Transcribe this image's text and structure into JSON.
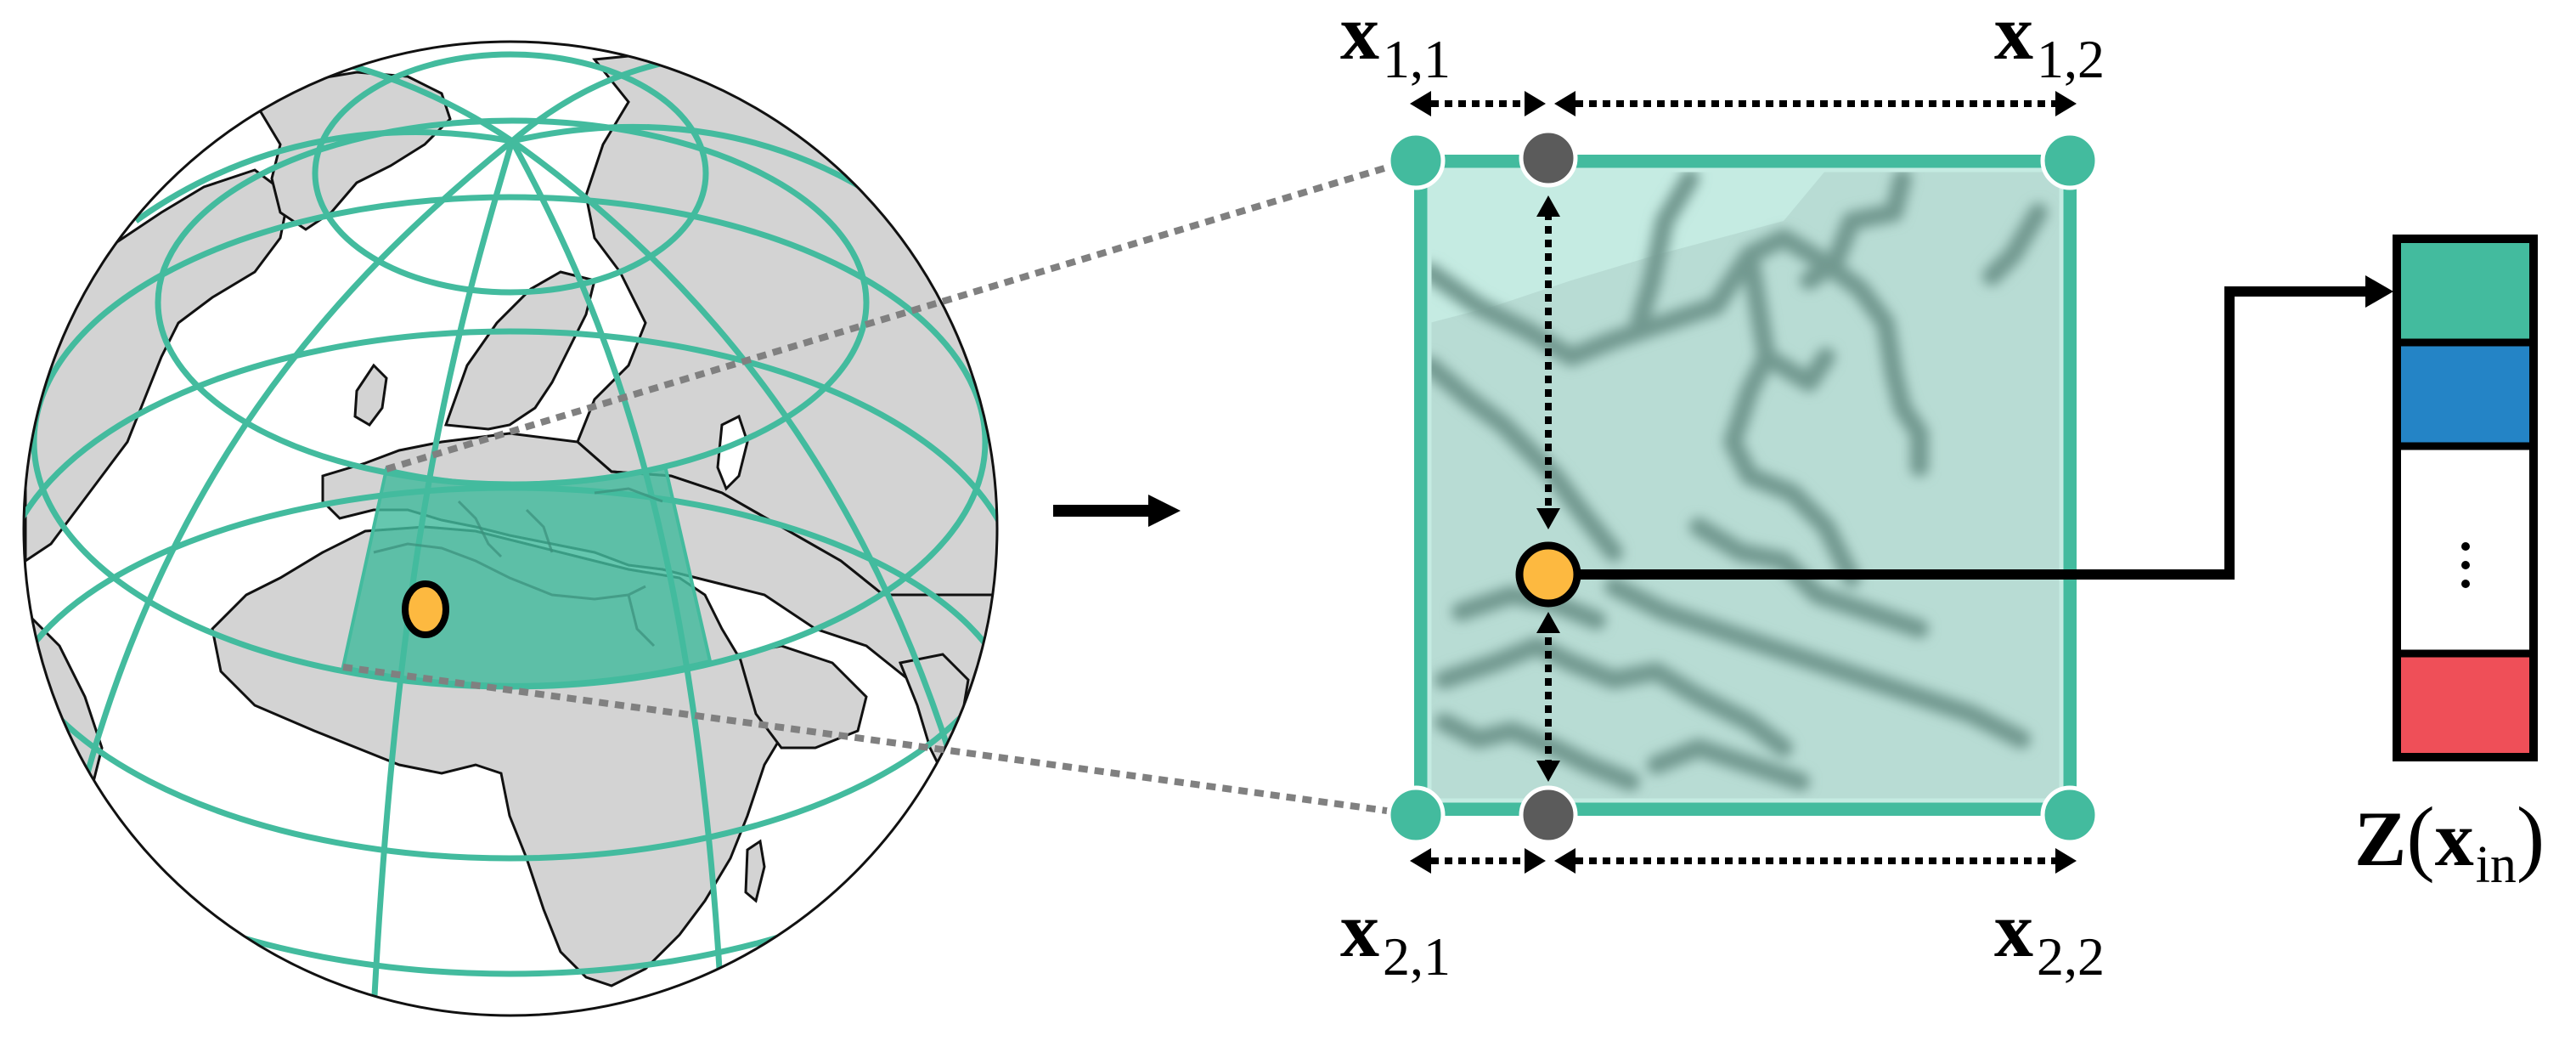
{
  "figure": {
    "description": "Sphere-to-local-grid feature interpolation diagram",
    "colors": {
      "grid_teal": "#43bb9e",
      "globe_land": "#d3d3d3",
      "globe_ocean": "#ffffff",
      "highlight_region": "#43bb9e",
      "patch_fill_light": "#c5ebe2",
      "patch_fill_mid": "#b7dcd4",
      "patch_coastline": "#729990",
      "query_point": "#fdb940",
      "midpoint_gray": "#5b5b5b",
      "projection_dash": "#808080",
      "arrow": "#000000",
      "feature_cell_1": "#43bb9e",
      "feature_cell_2": "#2484c6",
      "feature_cell_3": "#ffffff",
      "feature_cell_4": "#ef4f58"
    }
  },
  "globe": {
    "name": "Orthographic globe centered on Europe/Africa",
    "highlight_region_label": "Mediterranean grid cell",
    "query_point": "query location"
  },
  "transition_arrow": "maps-to",
  "patch": {
    "corners": [
      {
        "id": "x11",
        "base": "x",
        "sub": "1,1"
      },
      {
        "id": "x12",
        "base": "x",
        "sub": "1,2"
      },
      {
        "id": "x21",
        "base": "x",
        "sub": "2,1"
      },
      {
        "id": "x22",
        "base": "x",
        "sub": "2,2"
      }
    ],
    "query_point": "interpolated point"
  },
  "feature_vector": {
    "cells": [
      "teal",
      "blue",
      "ellipsis",
      "red"
    ],
    "ellipsis": "⋮",
    "label": {
      "func": "Z",
      "open": "(",
      "arg_base": "x",
      "arg_sub": "in",
      "close": ")"
    }
  }
}
